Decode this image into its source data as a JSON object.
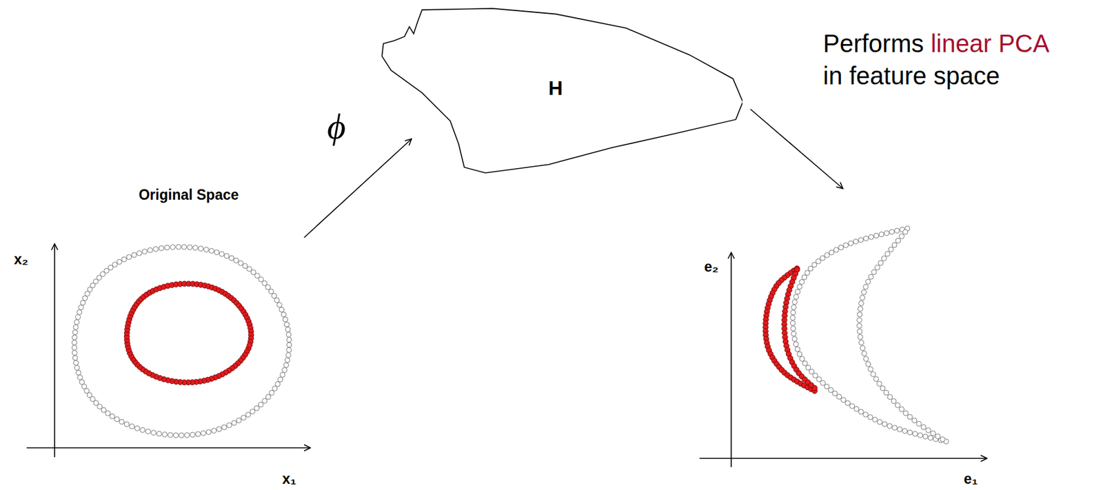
{
  "diagram": {
    "nodes": [
      {
        "text": [
          "H"
        ]
      }
    ],
    "labels": [
      "ϕ",
      "Original Space",
      "x₂",
      "x₁",
      "Performs",
      "linear PCA",
      "in feature space",
      "e₂",
      "e₁"
    ]
  }
}
